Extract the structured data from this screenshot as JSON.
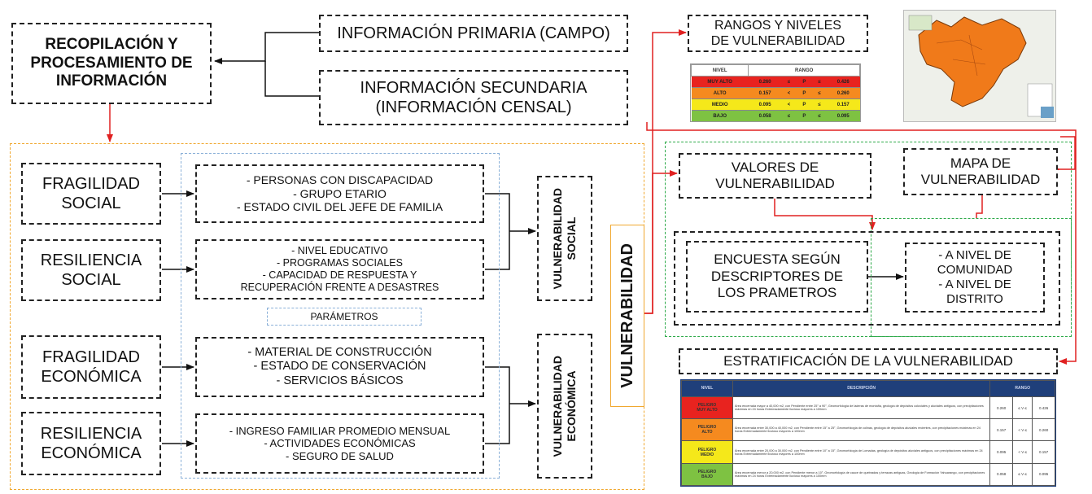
{
  "recopilacion": "RECOPILACIÓN Y PROCESAMIENTO DE INFORMACIÓN",
  "info_primaria": "INFORMACIÓN PRIMARIA (CAMPO)",
  "info_secundaria_1": "INFORMACIÓN SECUNDARIA",
  "info_secundaria_2": "(INFORMACIÓN CENSAL)",
  "factors": {
    "fragilidad_social": [
      "FRAGILIDAD",
      "SOCIAL"
    ],
    "resiliencia_social": [
      "RESILIENCIA",
      "SOCIAL"
    ],
    "fragilidad_economica": [
      "FRAGILIDAD",
      "ECONÓMICA"
    ],
    "resiliencia_economica": [
      "RESILIENCIA",
      "ECONÓMICA"
    ]
  },
  "params": {
    "fs": [
      "- PERSONAS CON DISCAPACIDAD",
      "- GRUPO ETARIO",
      "- ESTADO CIVIL DEL JEFE DE FAMILIA"
    ],
    "rs": [
      "- NIVEL EDUCATIVO",
      "- PROGRAMAS SOCIALES",
      "- CAPACIDAD DE RESPUESTA Y",
      "RECUPERACIÓN FRENTE A DESASTRES"
    ],
    "fe": [
      "- MATERIAL DE CONSTRUCCIÓN",
      "- ESTADO DE CONSERVACIÓN",
      "- SERVICIOS BÁSICOS"
    ],
    "re": [
      "- INGRESO FAMILIAR PROMEDIO MENSUAL",
      "- ACTIVIDADES ECONÓMICAS",
      "- SEGURO DE SALUD"
    ]
  },
  "parametros_label": "PARÁMETROS",
  "vuln_social": [
    "VULNERABILIDAD",
    "SOCIAL"
  ],
  "vuln_economica": [
    "VULNERABILIDAD",
    "ECONÓMICA"
  ],
  "vulnerabilidad": "VULNERABILIDAD",
  "rangos_title": [
    "RANGOS Y NIVELES",
    "DE VULNERABILIDAD"
  ],
  "rangos_table": {
    "headers": [
      "NIVEL",
      "RANGO"
    ],
    "rows": [
      {
        "nivel": "MUY ALTO",
        "low": "0.260",
        "op1": "≤",
        "p": "P",
        "op2": "≤",
        "high": "0.426",
        "color": "#e8231f"
      },
      {
        "nivel": "ALTO",
        "low": "0.157",
        "op1": "<",
        "p": "P",
        "op2": "≤",
        "high": "0.260",
        "color": "#f58a1f"
      },
      {
        "nivel": "MEDIO",
        "low": "0.095",
        "op1": "<",
        "p": "P",
        "op2": "≤",
        "high": "0.157",
        "color": "#f5e81a"
      },
      {
        "nivel": "BAJO",
        "low": "0.058",
        "op1": "≤",
        "p": "P",
        "op2": "≤",
        "high": "0.095",
        "color": "#7ec242"
      }
    ]
  },
  "valores": [
    "VALORES DE",
    "VULNERABILIDAD"
  ],
  "mapa": [
    "MAPA DE",
    "VULNERABILIDAD"
  ],
  "encuesta": [
    "ENCUESTA SEGÚN",
    "DESCRIPTORES DE",
    "LOS PRAMETROS"
  ],
  "niveles": [
    "- A NIVEL DE",
    "COMUNIDAD",
    "- A NIVEL DE",
    "DISTRITO"
  ],
  "estratificacion": "ESTRATIFICACIÓN DE LA VULNERABILIDAD",
  "strat_table": {
    "headers": [
      "NIVEL",
      "DESCRIPCIÓN",
      "RANGO"
    ],
    "rows": [
      {
        "nivel": [
          "PELIGRO",
          "MUY ALTO"
        ],
        "color": "#e8231f",
        "desc": "Área encerrada mayor a 40,000 m2, con Pendiente entre 25° a 90°, Geomorfología de laderas de montaña, geología de depósitos coluviales y aluviales antiguos, con precipitaciones máximas en 24 horas Extremadamente lluvioso mayores a 100mm",
        "low": "0.260",
        "op": "≤ V ≤",
        "high": "0.426"
      },
      {
        "nivel": [
          "PELIGRO",
          "ALTO"
        ],
        "color": "#f58a1f",
        "desc": "Área encerrada entre 30,000 a 40,000 m2, con Pendiente entre 15° a 25°, Geomorfología de colinas, geología de depósitos aluviales recientes, con precipitaciones máximas en 24 horas Extremadamente lluvioso mayores a 100mm",
        "low": "0.157",
        "op": "< V ≤",
        "high": "0.260"
      },
      {
        "nivel": [
          "PELIGRO",
          "MEDIO"
        ],
        "color": "#f5e81a",
        "desc": "Área encerrada entre 20,000 a 30,000 m2, con Pendiente entre 10° a 15°, Geomorfología de Lomadas, geología de depósitos aluviales antiguos, con precipitaciones máximas en 24 horas Extremadamente lluvioso mayores a 100mm",
        "low": "0.095",
        "op": "< V ≤",
        "high": "0.157"
      },
      {
        "nivel": [
          "PELIGRO",
          "BAJO"
        ],
        "color": "#7ec242",
        "desc": "Área encerrada menor a 20,000 m2, con Pendiente menor a 10°, Geomorfología de cauce de quebradas y terrazas antiguas, Geología de Formación Yahuarango, con precipitaciones máximas en 24 horas Extremadamente lluvioso mayores a 100mm",
        "low": "0.058",
        "op": "≤ V ≤",
        "high": "0.095"
      }
    ]
  }
}
